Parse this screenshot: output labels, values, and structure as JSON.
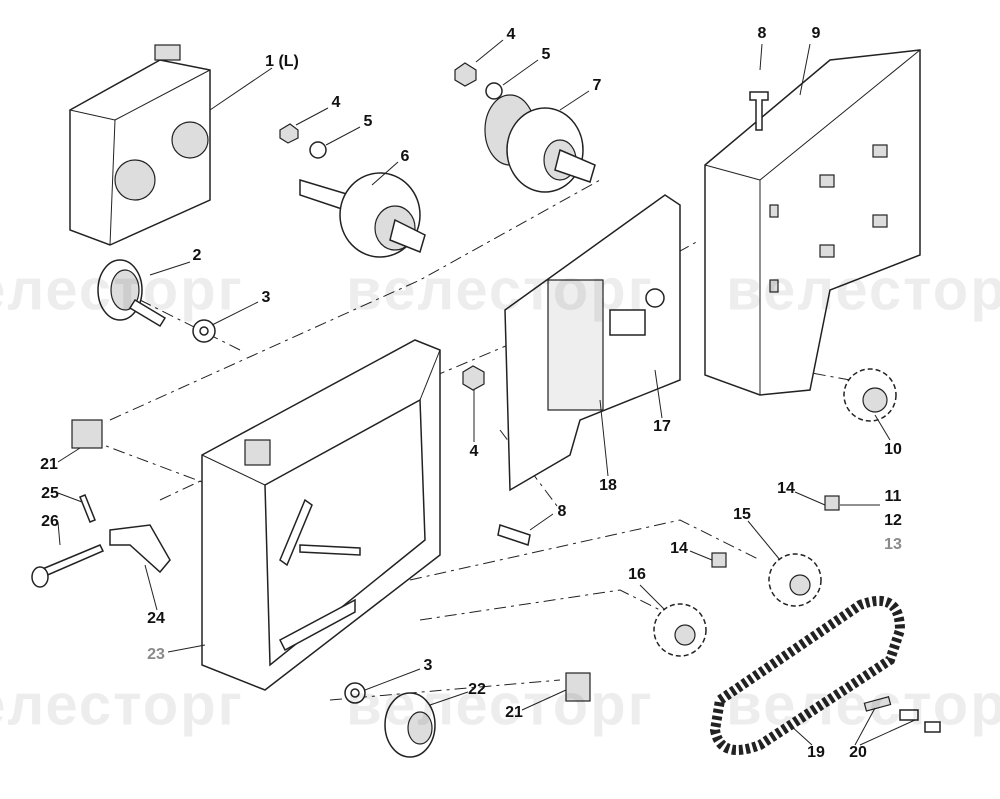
{
  "watermark": "велесторг",
  "callouts": {
    "c1": "1 (L)",
    "c2": "2",
    "c3a": "3",
    "c3b": "3",
    "c4a": "4",
    "c4b": "4",
    "c4c": "4",
    "c5a": "5",
    "c5b": "5",
    "c6": "6",
    "c7": "7",
    "c8a": "8",
    "c8b": "8",
    "c9": "9",
    "c10": "10",
    "c11": "11",
    "c12": "12",
    "c13": "13",
    "c14a": "14",
    "c14b": "14",
    "c15": "15",
    "c16": "16",
    "c17": "17",
    "c18": "18",
    "c19": "19",
    "c20": "20",
    "c21a": "21",
    "c21b": "21",
    "c22": "22",
    "c23": "23",
    "c24": "24",
    "c25": "25",
    "c26": "26"
  }
}
